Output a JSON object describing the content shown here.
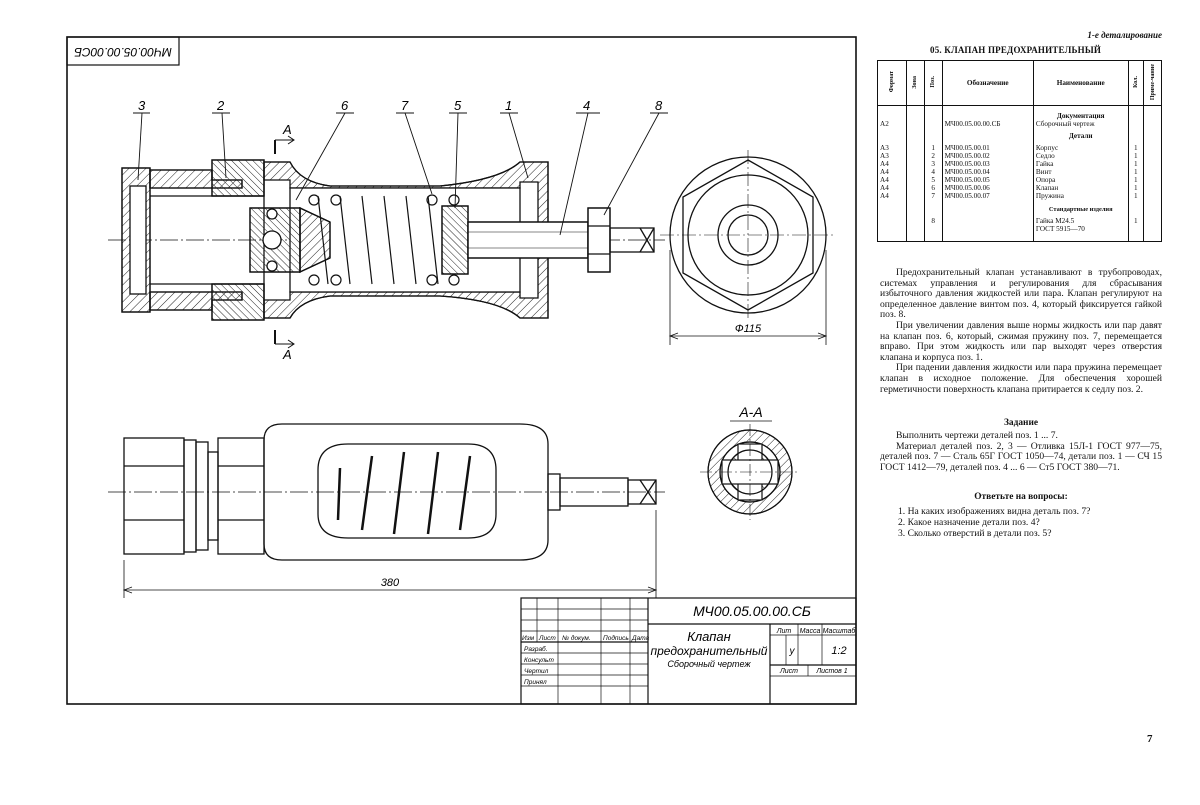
{
  "header": {
    "section": "1-е деталирование",
    "title": "05. КЛАПАН ПРЕДОХРАНИТЕЛЬНЫЙ"
  },
  "drawing": {
    "rotated_code": "МЧ00.05.00.00СБ",
    "section_mark": "А",
    "section_view_label": "А-А",
    "dim_diameter": "Ф115",
    "dim_length": "380",
    "callouts": [
      "3",
      "2",
      "6",
      "7",
      "5",
      "1",
      "4",
      "8"
    ]
  },
  "title_block": {
    "code": "МЧ00.05.00.00.СБ",
    "name_line1": "Клапан",
    "name_line2": "предохранительный",
    "doc_type": "Сборочный чертеж",
    "col_headers": [
      "Изм",
      "Лист",
      "№ докум.",
      "Подпись",
      "Дата"
    ],
    "roles": [
      "Разраб.",
      "Консульт",
      "Чертил",
      "Принял"
    ],
    "lit_label": "Лит",
    "mass_label": "Масса",
    "scale_label": "Масштаб",
    "lit_value": "у",
    "scale_value": "1:2",
    "sheet_label": "Лист",
    "sheets_label": "Листов 1"
  },
  "spec": {
    "headers": [
      "Формат",
      "Зона",
      "Поз.",
      "Обозначение",
      "Наименование",
      "Кол.",
      "Приме-чание"
    ],
    "sections": {
      "docs": "Документация",
      "parts": "Детали",
      "standard": "Стандартные изделия"
    },
    "doc_row": {
      "format": "А2",
      "designation": "МЧ00.05.00.00.СБ",
      "name": "Сборочный чертеж"
    },
    "parts": [
      {
        "format": "А3",
        "pos": "1",
        "designation": "МЧ00.05.00.01",
        "name": "Корпус",
        "qty": "1"
      },
      {
        "format": "А3",
        "pos": "2",
        "designation": "МЧ00.05.00.02",
        "name": "Седло",
        "qty": "1"
      },
      {
        "format": "А4",
        "pos": "3",
        "designation": "МЧ00.05.00.03",
        "name": "Гайка",
        "qty": "1"
      },
      {
        "format": "А4",
        "pos": "4",
        "designation": "МЧ00.05.00.04",
        "name": "Винт",
        "qty": "1"
      },
      {
        "format": "А4",
        "pos": "5",
        "designation": "МЧ00.05.00.05",
        "name": "Опора",
        "qty": "1"
      },
      {
        "format": "А4",
        "pos": "6",
        "designation": "МЧ00.05.00.06",
        "name": "Клапан",
        "qty": "1"
      },
      {
        "format": "А4",
        "pos": "7",
        "designation": "МЧ00.05.00.07",
        "name": "Пружина",
        "qty": "1"
      }
    ],
    "standard_row": {
      "pos": "8",
      "name_line1": "Гайка М24.5",
      "name_line2": "ГОСТ 5915—70",
      "qty": "1"
    }
  },
  "description": [
    "Предохранительный клапан устанавливают в трубопроводах, системах управления и регулирования для сбрасывания избыточного давления жидкостей или пара. Клапан регулируют на определенное давление винтом поз. 4, который фиксируется гайкой поз. 8.",
    "При увеличении давления выше нормы жидкость или пар давят на клапан поз. 6, который, сжимая пружину поз. 7, перемещается вправо. При этом жидкость или пар выходят через отверстия клапана и корпуса поз. 1.",
    "При падении давления жидкости или пара пружина перемещает клапан в исходное положение. Для обеспечения хорошей герметичности поверхность клапана притирается к седлу поз. 2."
  ],
  "task": {
    "title": "Задание",
    "lines": [
      "Выполнить чертежи деталей поз. 1 ... 7.",
      "Материал деталей поз. 2, 3 — Отливка 15Л-1 ГОСТ 977—75, деталей поз. 7 — Сталь 65Г ГОСТ 1050—74, детали поз. 1 — СЧ 15 ГОСТ 1412—79, деталей поз. 4 ... 6 — Ст5 ГОСТ 380—71."
    ]
  },
  "questions": {
    "title": "Ответьте на вопросы:",
    "items": [
      "1. На каких изображениях видна деталь поз. 7?",
      "2. Какое назначение детали поз. 4?",
      "3. Сколько отверстий в детали поз. 5?"
    ]
  },
  "page_number": "7"
}
